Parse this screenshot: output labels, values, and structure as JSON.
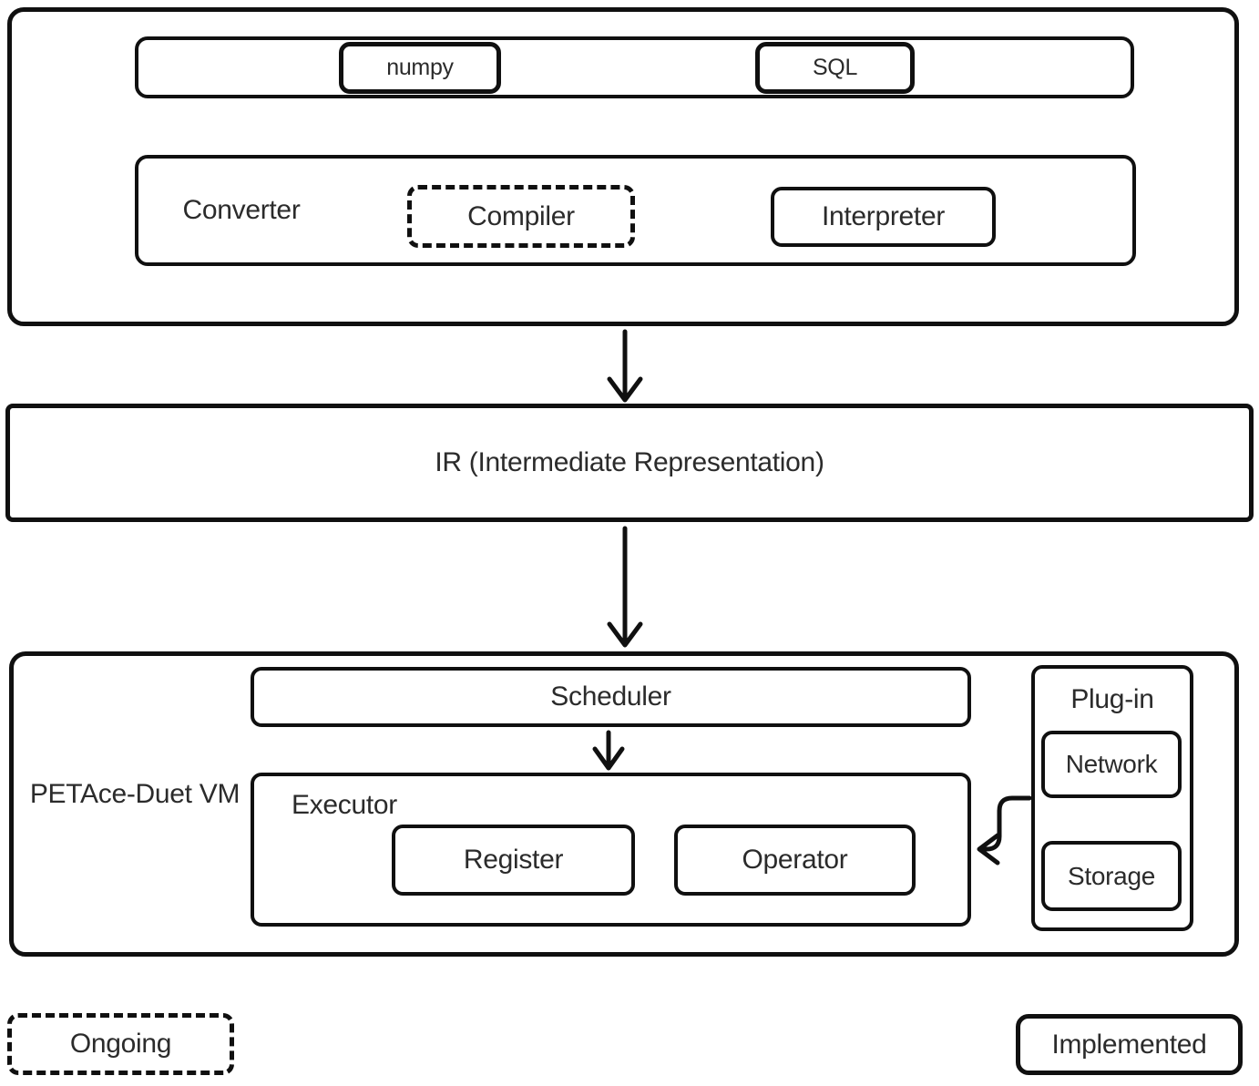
{
  "colors": {
    "background": "#ffffff",
    "stroke": "#101010",
    "text": "#2b2b2b"
  },
  "frontend": {
    "languages": [
      {
        "label": "numpy"
      },
      {
        "label": "SQL"
      }
    ],
    "converter_label": "Converter",
    "compiler_label": "Compiler",
    "interpreter_label": "Interpreter"
  },
  "ir_label": "IR (Intermediate Representation)",
  "vm": {
    "label": "PETAce-Duet VM",
    "scheduler_label": "Scheduler",
    "executor_label": "Executor",
    "register_label": "Register",
    "operator_label": "Operator",
    "plugin_label": "Plug-in",
    "network_label": "Network",
    "storage_label": "Storage"
  },
  "legend": {
    "ongoing_label": "Ongoing",
    "implemented_label": "Implemented"
  }
}
